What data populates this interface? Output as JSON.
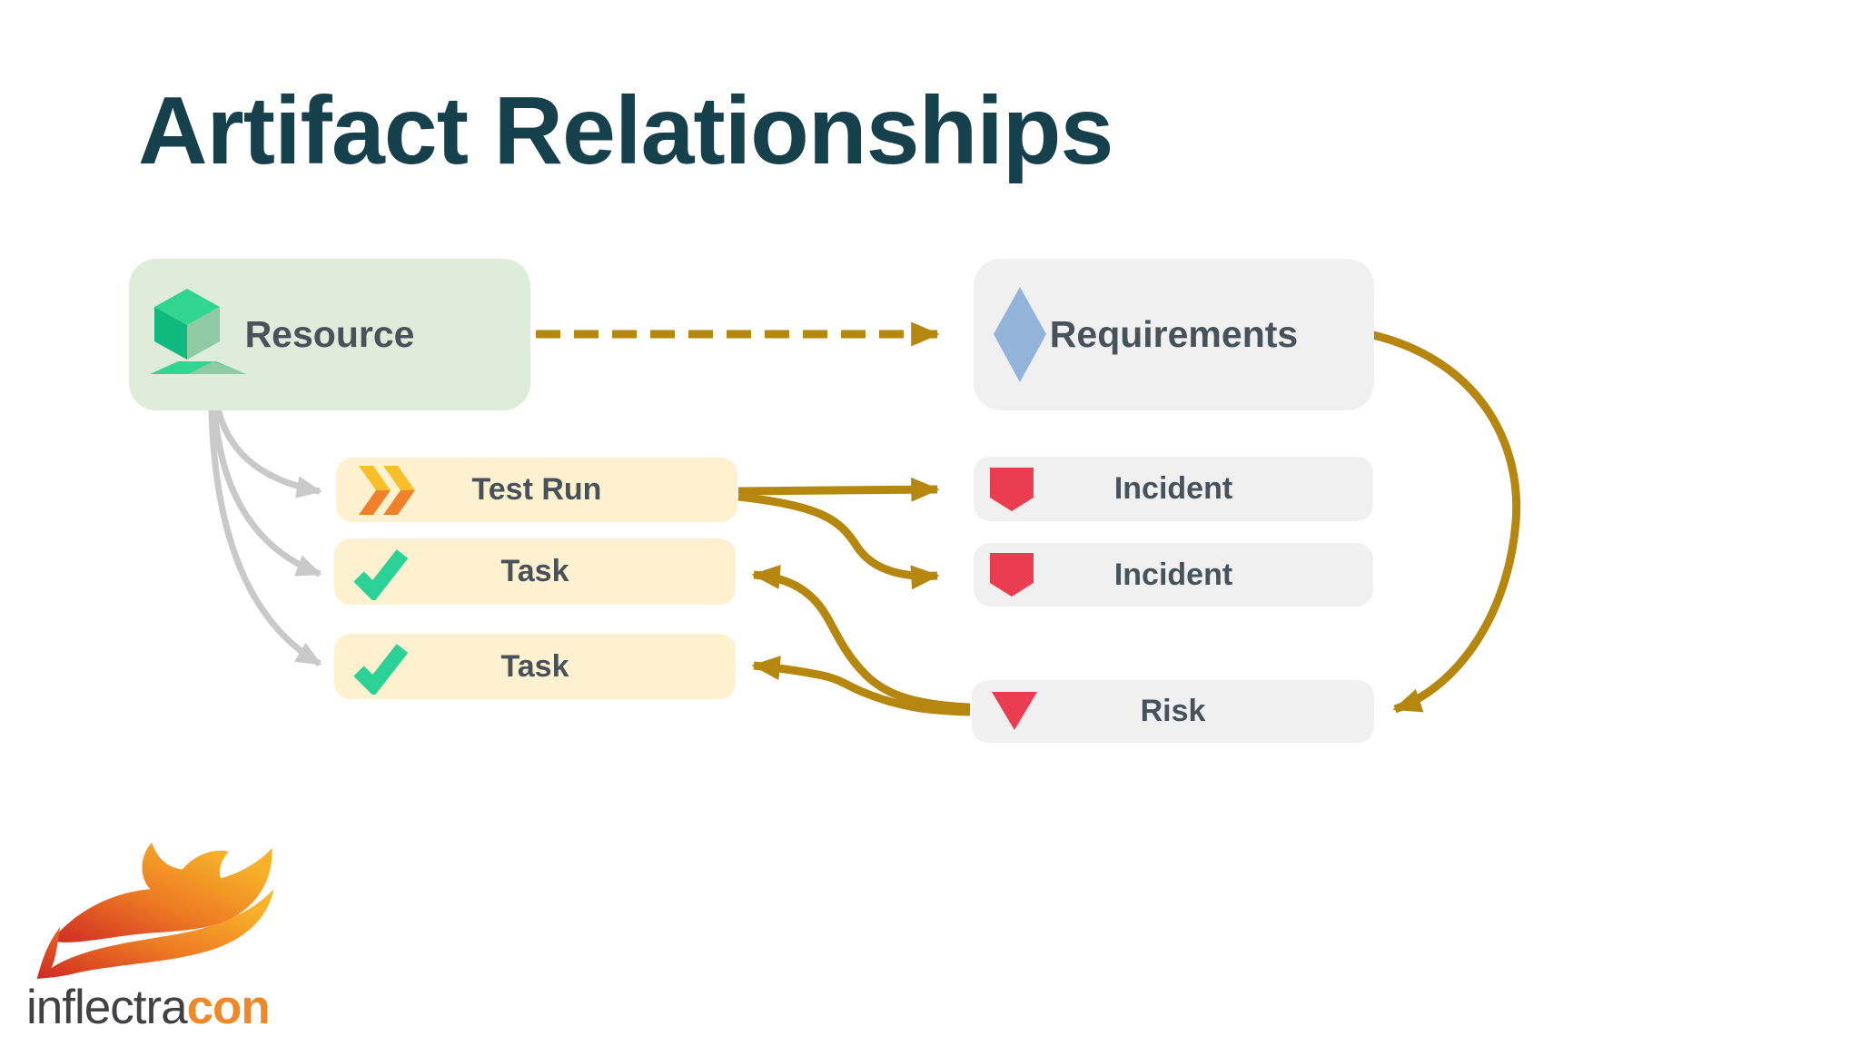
{
  "title": "Artifact Relationships",
  "diagram": {
    "nodes": {
      "resource": {
        "label": "Resource",
        "icon": "person-cube-icon",
        "fill": "#dfecda"
      },
      "requirements": {
        "label": "Requirements",
        "icon": "diamond-icon",
        "fill": "#f0f0f1"
      },
      "test_run": {
        "label": "Test Run",
        "icon": "double-chevron-icon",
        "fill": "#fdf1cf"
      },
      "task_1": {
        "label": "Task",
        "icon": "checkmark-icon",
        "fill": "#fdf1cf"
      },
      "task_2": {
        "label": "Task",
        "icon": "checkmark-icon",
        "fill": "#fdf1cf"
      },
      "incident_1": {
        "label": "Incident",
        "icon": "shield-icon",
        "fill": "#f0f0f1"
      },
      "incident_2": {
        "label": "Incident",
        "icon": "shield-icon",
        "fill": "#f0f0f1"
      },
      "risk": {
        "label": "Risk",
        "icon": "triangle-down-icon",
        "fill": "#f0f0f1"
      }
    },
    "edges": [
      {
        "from": "Resource",
        "to": "Requirements",
        "style": "dashed",
        "color": "#b5870e"
      },
      {
        "from": "Requirements",
        "to": "Risk",
        "style": "solid-curve",
        "color": "#b5870e"
      },
      {
        "from": "Test Run",
        "to": "Incident (1)",
        "style": "solid",
        "color": "#b5870e"
      },
      {
        "from": "Test Run",
        "to": "Incident (2)",
        "style": "solid-curve",
        "color": "#b5870e"
      },
      {
        "from": "Risk",
        "to": "Task (1)",
        "style": "solid-curve",
        "color": "#b5870e"
      },
      {
        "from": "Risk",
        "to": "Task (2)",
        "style": "solid-curve",
        "color": "#b5870e"
      },
      {
        "from": "Resource",
        "to": "Test Run",
        "style": "solid-curve",
        "color": "#c9c9c9"
      },
      {
        "from": "Resource",
        "to": "Task (1)",
        "style": "solid-curve",
        "color": "#c9c9c9"
      },
      {
        "from": "Resource",
        "to": "Task (2)",
        "style": "solid-curve",
        "color": "#c9c9c9"
      }
    ],
    "colors": {
      "title": "#16404b",
      "node_label": "#47525a",
      "gold_arrow": "#b5870e",
      "gray_arrow": "#c9c9c9",
      "green_node": "#dfecda",
      "gray_node": "#f0f0f1",
      "yellow_node": "#fdf1cf",
      "check_green": "#2bd196",
      "alert_red": "#ea3d52",
      "diamond_blue": "#92b4db",
      "chevron_yellow": "#f8bf2b",
      "chevron_orange": "#f0812a"
    }
  },
  "logo": {
    "brand": "inflectra",
    "suffix": "con"
  }
}
